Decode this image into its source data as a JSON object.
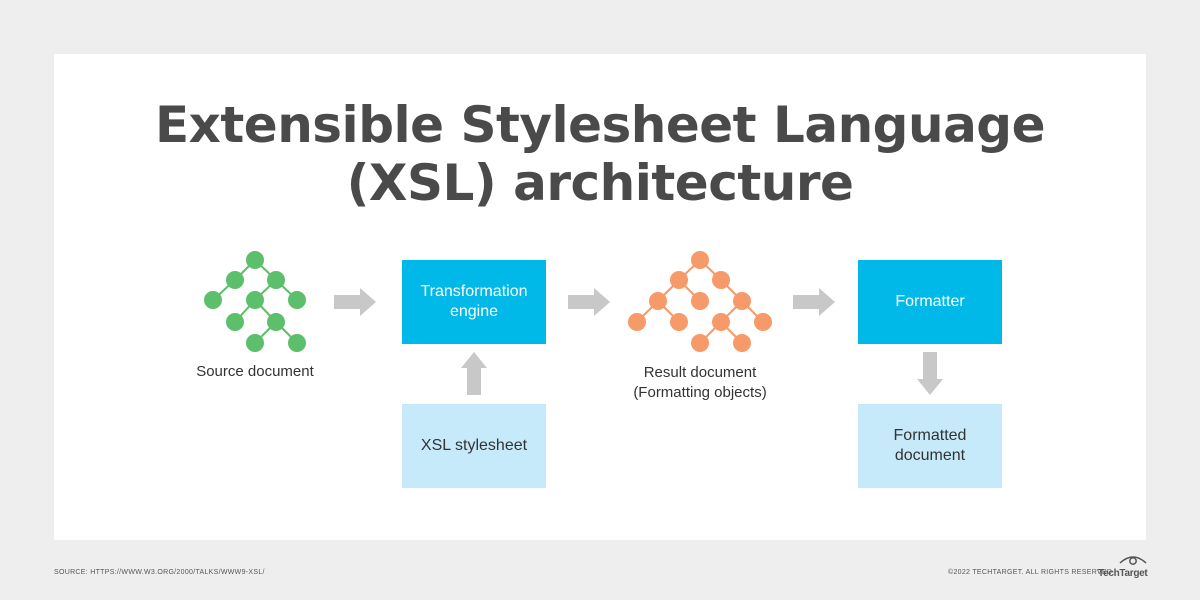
{
  "title": {
    "line1": "Extensible Stylesheet Language",
    "line2": "(XSL) architecture"
  },
  "nodes": {
    "source": {
      "caption": "Source document"
    },
    "transformation_engine": {
      "line1": "Transformation",
      "line2": "engine"
    },
    "xsl_stylesheet": {
      "label": "XSL stylesheet"
    },
    "result": {
      "caption_line1": "Result document",
      "caption_line2": "(Formatting objects)"
    },
    "formatter": {
      "label": "Formatter"
    },
    "formatted": {
      "line1": "Formatted",
      "line2": "document"
    }
  },
  "footer": {
    "source": "SOURCE: HTTPS://WWW.W3.ORG/2000/TALKS/WWW9-XSL/",
    "copyright": "©2022 TECHTARGET. ALL RIGHTS RESERVED",
    "logo": "TechTarget"
  },
  "colors": {
    "source_tree": "#5cbf6b",
    "result_tree": "#f79a69",
    "primary_box": "#00b9e8",
    "secondary_box": "#c6eafa",
    "arrow": "#c8c8c8",
    "title": "#4a4a4a"
  }
}
